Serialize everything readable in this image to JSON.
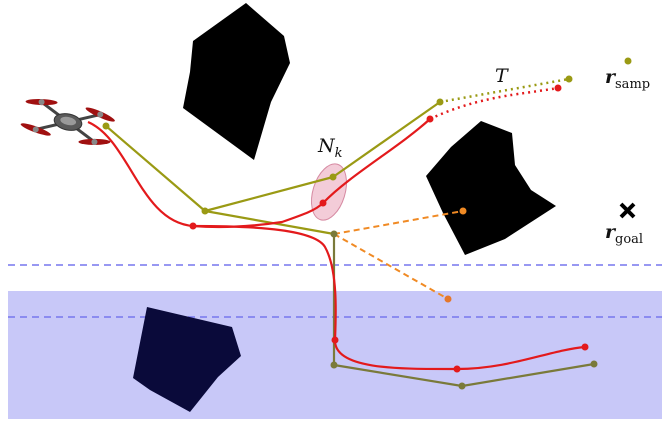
{
  "labels": {
    "tree": "T",
    "neighborhood_base": "N",
    "neighborhood_sub": "k",
    "r_samp_base": "r",
    "r_samp_sub": "samp",
    "r_goal_base": "r",
    "r_goal_sub": "goal"
  },
  "colors": {
    "tree": "#9a9a14",
    "path": "#e31a1c",
    "candidate": "#f08a24",
    "zone": "#c8c8f8",
    "zone_boundary": "#7777ee",
    "obstacle": "#000000",
    "obstacle_in_zone": "#0a0a3a",
    "neighborhood": "#e9a3b8",
    "drone_body": "#5a5a5a",
    "drone_rotor": "#a01010"
  },
  "icons": {
    "goal_marker": "cross-mark-icon",
    "drone": "quadrotor-drone-icon"
  }
}
